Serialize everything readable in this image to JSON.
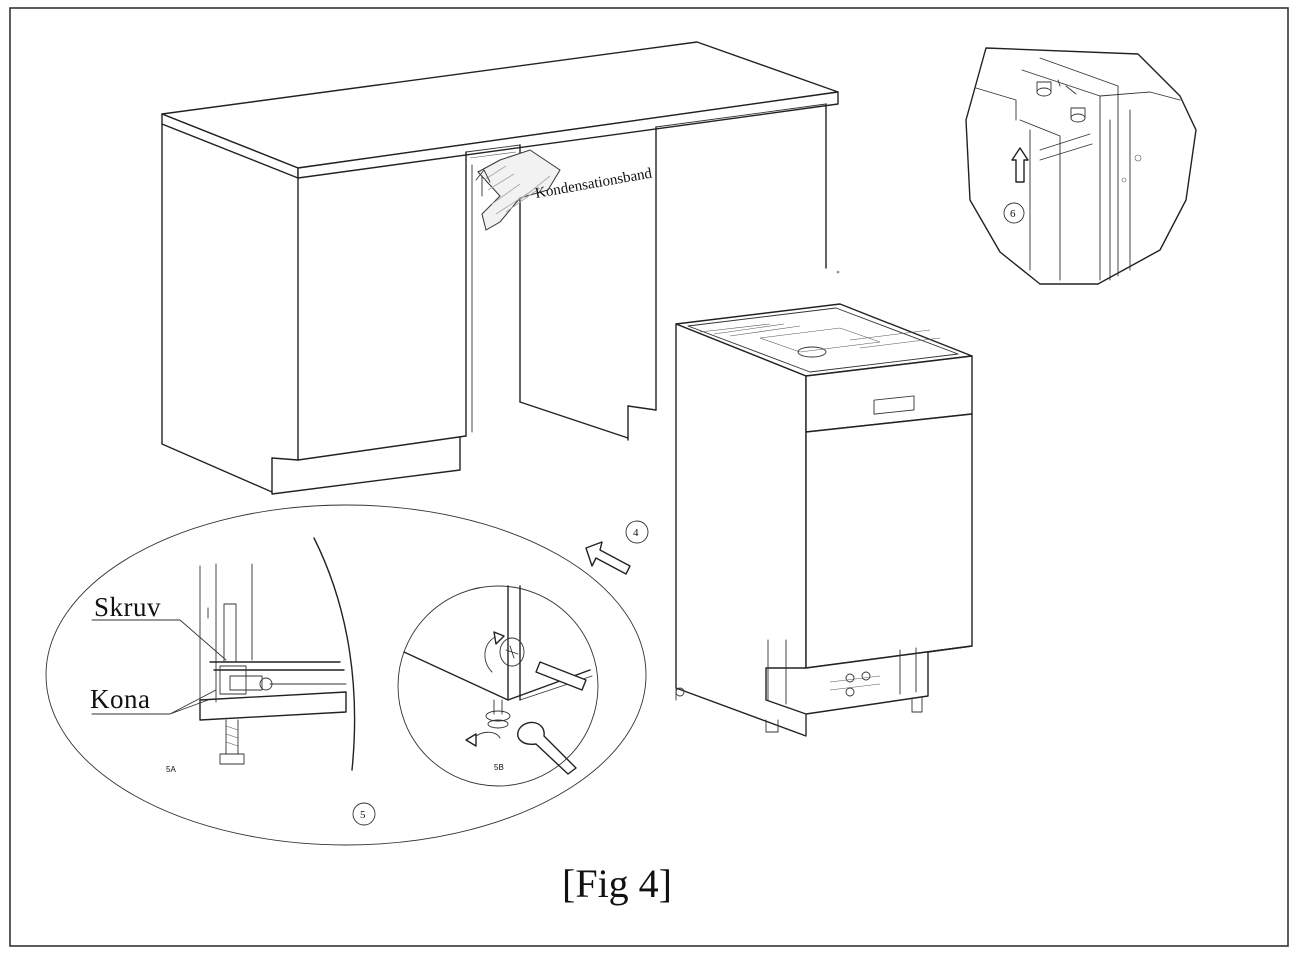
{
  "diagram": {
    "band_label": "Kondensationsband",
    "step_4": "4",
    "step_5": "5",
    "step_6": "6",
    "detail_5a": "5A",
    "detail_5b": "5B",
    "screw_label": "Skruv",
    "cone_label": "Kona",
    "caption": "[Fig 4]"
  }
}
